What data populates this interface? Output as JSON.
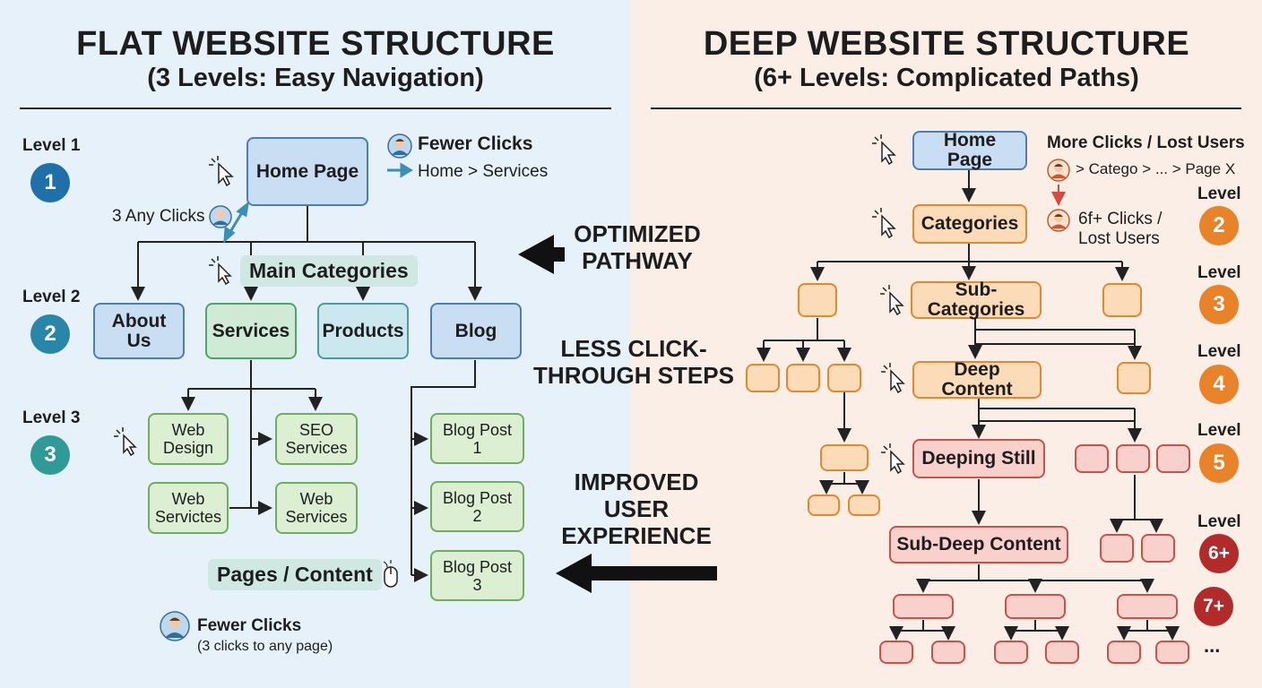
{
  "left": {
    "title": "FLAT WEBSITE STRUCTURE",
    "subtitle": "(3 Levels: Easy Navigation)",
    "levels": [
      "Level 1",
      "Level 2",
      "Level 3"
    ],
    "level_numbers": [
      "1",
      "2",
      "3"
    ],
    "home": "Home Page",
    "main_categories": "Main Categories",
    "categories": [
      "About Us",
      "Services",
      "Products",
      "Blog"
    ],
    "services_children": [
      "Web Design",
      "SEO Services",
      "Web Servictes",
      "Web Services"
    ],
    "blog_posts": [
      "Blog Post 1",
      "Blog Post 2",
      "Blog Post 3"
    ],
    "pages_content": "Pages / Content",
    "any_clicks": "3 Any Clicks",
    "fewer_clicks_top": "Fewer Clicks",
    "path_top": "Home > Services",
    "fewer_clicks_bottom": "Fewer Clicks",
    "fewer_clicks_note": "(3 clicks to any page)"
  },
  "middle": {
    "optimized": "OPTIMIZED PATHWAY",
    "less_steps": "LESS CLICK-THROUGH STEPS",
    "improved": "IMPROVED USER EXPERIENCE"
  },
  "right": {
    "title": "DEEP WEBSITE STRUCTURE",
    "subtitle": "(6+ Levels: Complicated Paths)",
    "home": "Home Page",
    "categories": "Categories",
    "sub_categories": "Sub-Categories",
    "deep_content": "Deep Content",
    "deeping_still": "Deeping Still",
    "sub_deep": "Sub-Deep Content",
    "more_clicks": "More Clicks / Lost Users",
    "path": "> Catego > ... > Page X",
    "lost_users_1": "6f+ Clicks /",
    "lost_users_2": "Lost Users",
    "level_word": "Level",
    "level_numbers": [
      "2",
      "3",
      "4",
      "5",
      "6+",
      "7+"
    ],
    "ellipsis": "..."
  },
  "colors": {
    "left_bg": "#e6f1fa",
    "right_bg": "#fbeee6",
    "level1": "#1f6fa8",
    "level2": "#2a86a8",
    "level3": "#2f9a96",
    "orange": "#e8832a",
    "deep_red": "#b32a2a"
  }
}
